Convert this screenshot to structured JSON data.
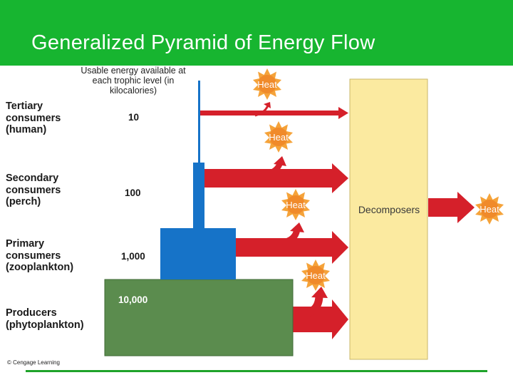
{
  "title": "Generalized Pyramid of Energy Flow",
  "usable_energy_label": "Usable energy available at each trophic level (in kilocalories)",
  "levels": [
    {
      "label": "Tertiary consumers (human)",
      "energy": "10"
    },
    {
      "label": "Secondary consumers (perch)",
      "energy": "100"
    },
    {
      "label": "Primary consumers (zooplankton)",
      "energy": "1,000"
    },
    {
      "label": "Producers (phytoplankton)",
      "energy": "10,000"
    }
  ],
  "heat_label": "Heat",
  "decomposers_label": "Decomposers",
  "copyright": "© Cengage Learning",
  "colors": {
    "header": "#17b530",
    "producer_block": "#5b8c4e",
    "consumer_block": "#1673c8",
    "arrow": "#d5202a",
    "decomposer_box": "#fbeaa0",
    "heat_burst": "#f5a33a"
  }
}
